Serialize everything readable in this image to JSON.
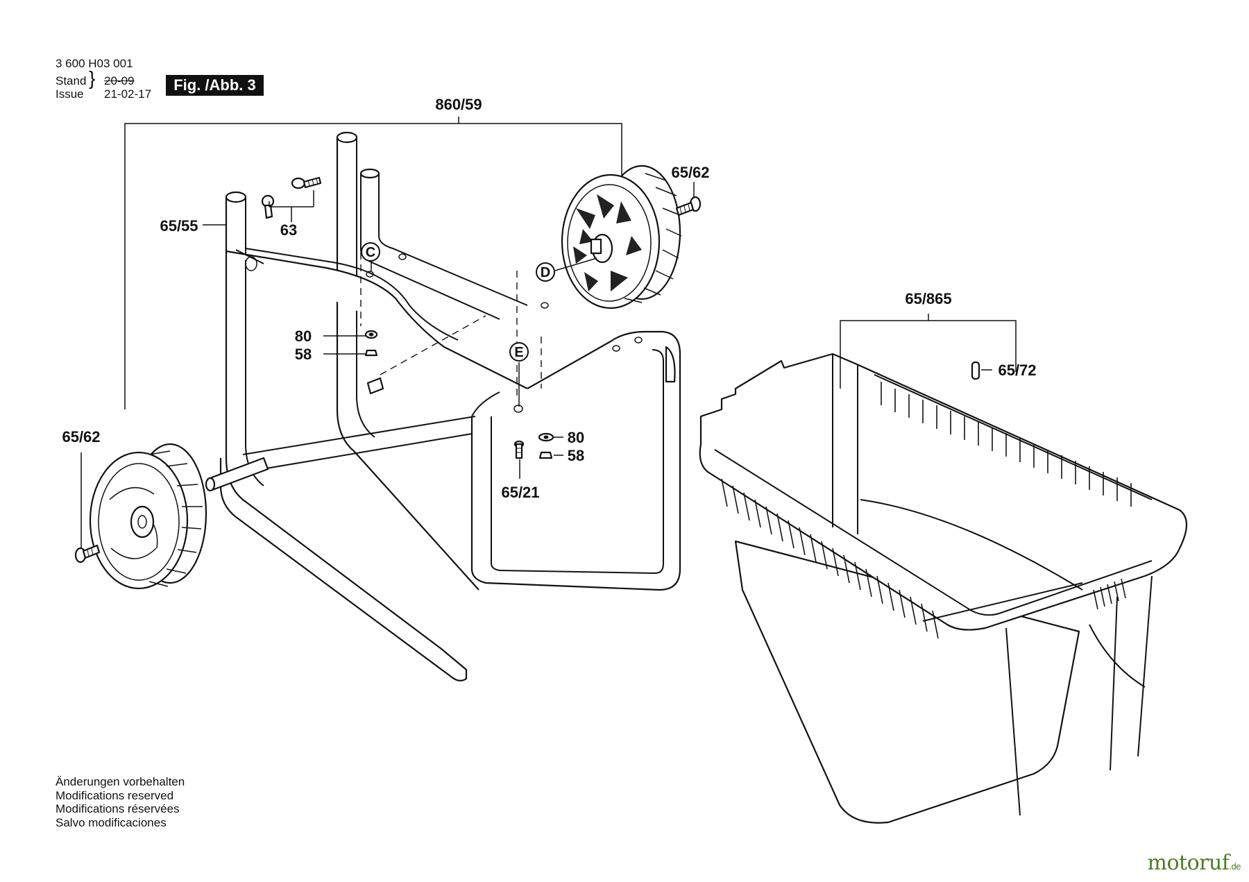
{
  "header": {
    "doc_number": "3 600 H03 001",
    "stand_label": "Stand",
    "issue_label": "Issue",
    "old_date": "20-09",
    "date": "21-02-17",
    "figure_label": "Fig. /Abb. 3"
  },
  "parts": {
    "frame": "860/59",
    "screw_left": "65/55",
    "screw_pair": "63",
    "right_wheel_screw": "65/62",
    "left_wheel_screw": "65/62",
    "washer_upper": "80",
    "nut_upper": "58",
    "washer_lower": "80",
    "nut_lower": "58",
    "bolt": "65/21",
    "bag": "65/865",
    "pin": "65/72"
  },
  "letters": {
    "c": "C",
    "d": "D",
    "e": "E"
  },
  "notes": [
    "Änderungen vorbehalten",
    "Modifications reserved",
    "Modifications réservées",
    "Salvo modificaciones"
  ],
  "brand": {
    "name": "motoruf",
    "suffix": ".de"
  }
}
